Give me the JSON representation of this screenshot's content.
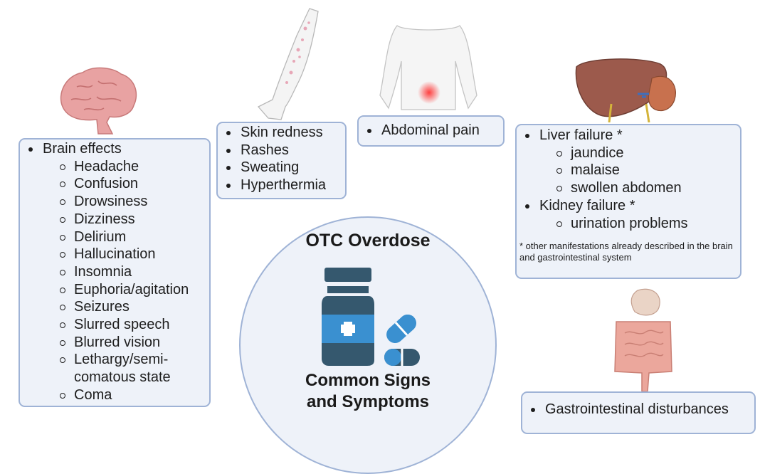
{
  "center": {
    "title": "OTC Overdose",
    "subtitle_line1": "Common Signs",
    "subtitle_line2": "and Symptoms"
  },
  "brain": {
    "main": "Brain effects",
    "items": [
      "Headache",
      "Confusion",
      "Drowsiness",
      "Dizziness",
      "Delirium",
      "Hallucination",
      "Insomnia",
      "Euphoria/agitation",
      "Seizures",
      "Slurred speech",
      "Blurred vision",
      "Lethargy/semi-comatous state",
      "Coma"
    ]
  },
  "skin": {
    "items": [
      "Skin redness",
      "Rashes",
      "Sweating",
      "Hyperthermia"
    ]
  },
  "abdomen": {
    "items": [
      "Abdominal pain"
    ]
  },
  "organs": {
    "liver": "Liver failure *",
    "liver_items": [
      "jaundice",
      "malaise",
      "swollen abdomen"
    ],
    "kidney": "Kidney failure *",
    "kidney_items": [
      "urination problems"
    ],
    "note": "* other manifestations already described in the brain and gastrointestinal system"
  },
  "gi": {
    "main": "Gastrointestinal disturbances"
  },
  "colors": {
    "box_fill": "#eef2f9",
    "box_border": "#9fb3d6",
    "bottle": "#35586e",
    "accent": "#3a90d0"
  },
  "icons": [
    "brain-icon",
    "arm-icon",
    "torso-icon",
    "liver-kidney-icon",
    "intestine-icon",
    "pill-bottle-icon",
    "capsule-icon"
  ]
}
